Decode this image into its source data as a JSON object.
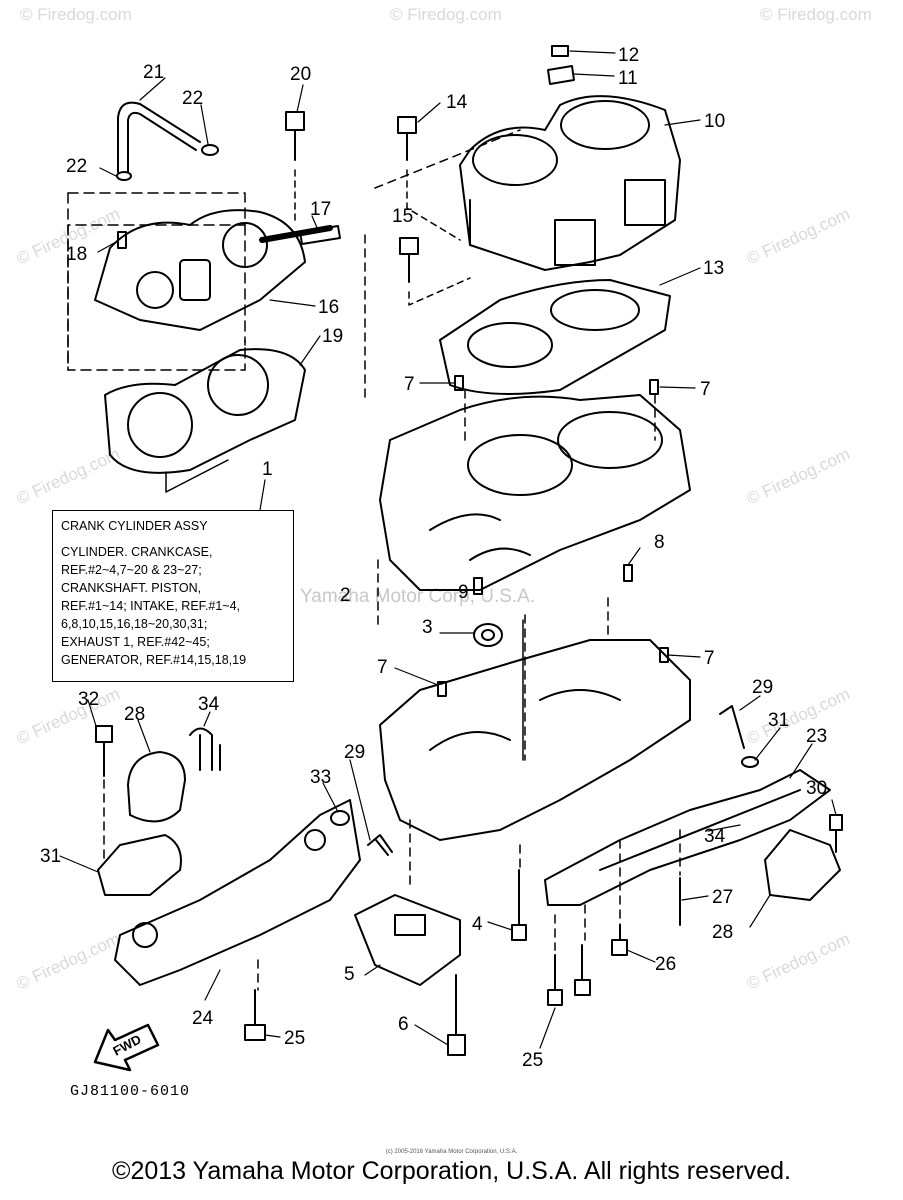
{
  "watermarks": {
    "brand": "© Firedog.com",
    "center": "Yamaha Motor Corp, U.S.A."
  },
  "callouts": {
    "c1": "1",
    "c2": "2",
    "c3": "3",
    "c4": "4",
    "c5": "5",
    "c6": "6",
    "c7a": "7",
    "c7b": "7",
    "c7c": "7",
    "c7d": "7",
    "c8": "8",
    "c9": "9",
    "c10": "10",
    "c11": "11",
    "c12": "12",
    "c13": "13",
    "c14": "14",
    "c15": "15",
    "c16": "16",
    "c17": "17",
    "c18": "18",
    "c19": "19",
    "c20": "20",
    "c21": "21",
    "c22a": "22",
    "c22b": "22",
    "c23": "23",
    "c24": "24",
    "c25a": "25",
    "c25b": "25",
    "c26": "26",
    "c27": "27",
    "c28a": "28",
    "c28b": "28",
    "c29a": "29",
    "c29b": "29",
    "c30": "30",
    "c31a": "31",
    "c31b": "31",
    "c32": "32",
    "c33": "33",
    "c34a": "34",
    "c34b": "34"
  },
  "assy_box": {
    "title": "CRANK CYLINDER ASSY",
    "lines": [
      "CYLINDER. CRANKCASE,",
      "REF.#2~4,7~20 & 23~27;",
      "CRANKSHAFT. PISTON,",
      "REF.#1~14; INTAKE, REF.#1~4,",
      "6,8,10,15,16,18~20,30,31;",
      "EXHAUST 1, REF.#42~45;",
      "GENERATOR, REF.#14,15,18,19"
    ]
  },
  "fwd_label": "FWD",
  "diagram_code": "GJ81100-6010",
  "fine_print": "(c) 2005-2016 Yamaha Motor Corporation, U.S.A.",
  "copyright": "©2013 Yamaha Motor Corporation, U.S.A. All rights reserved."
}
